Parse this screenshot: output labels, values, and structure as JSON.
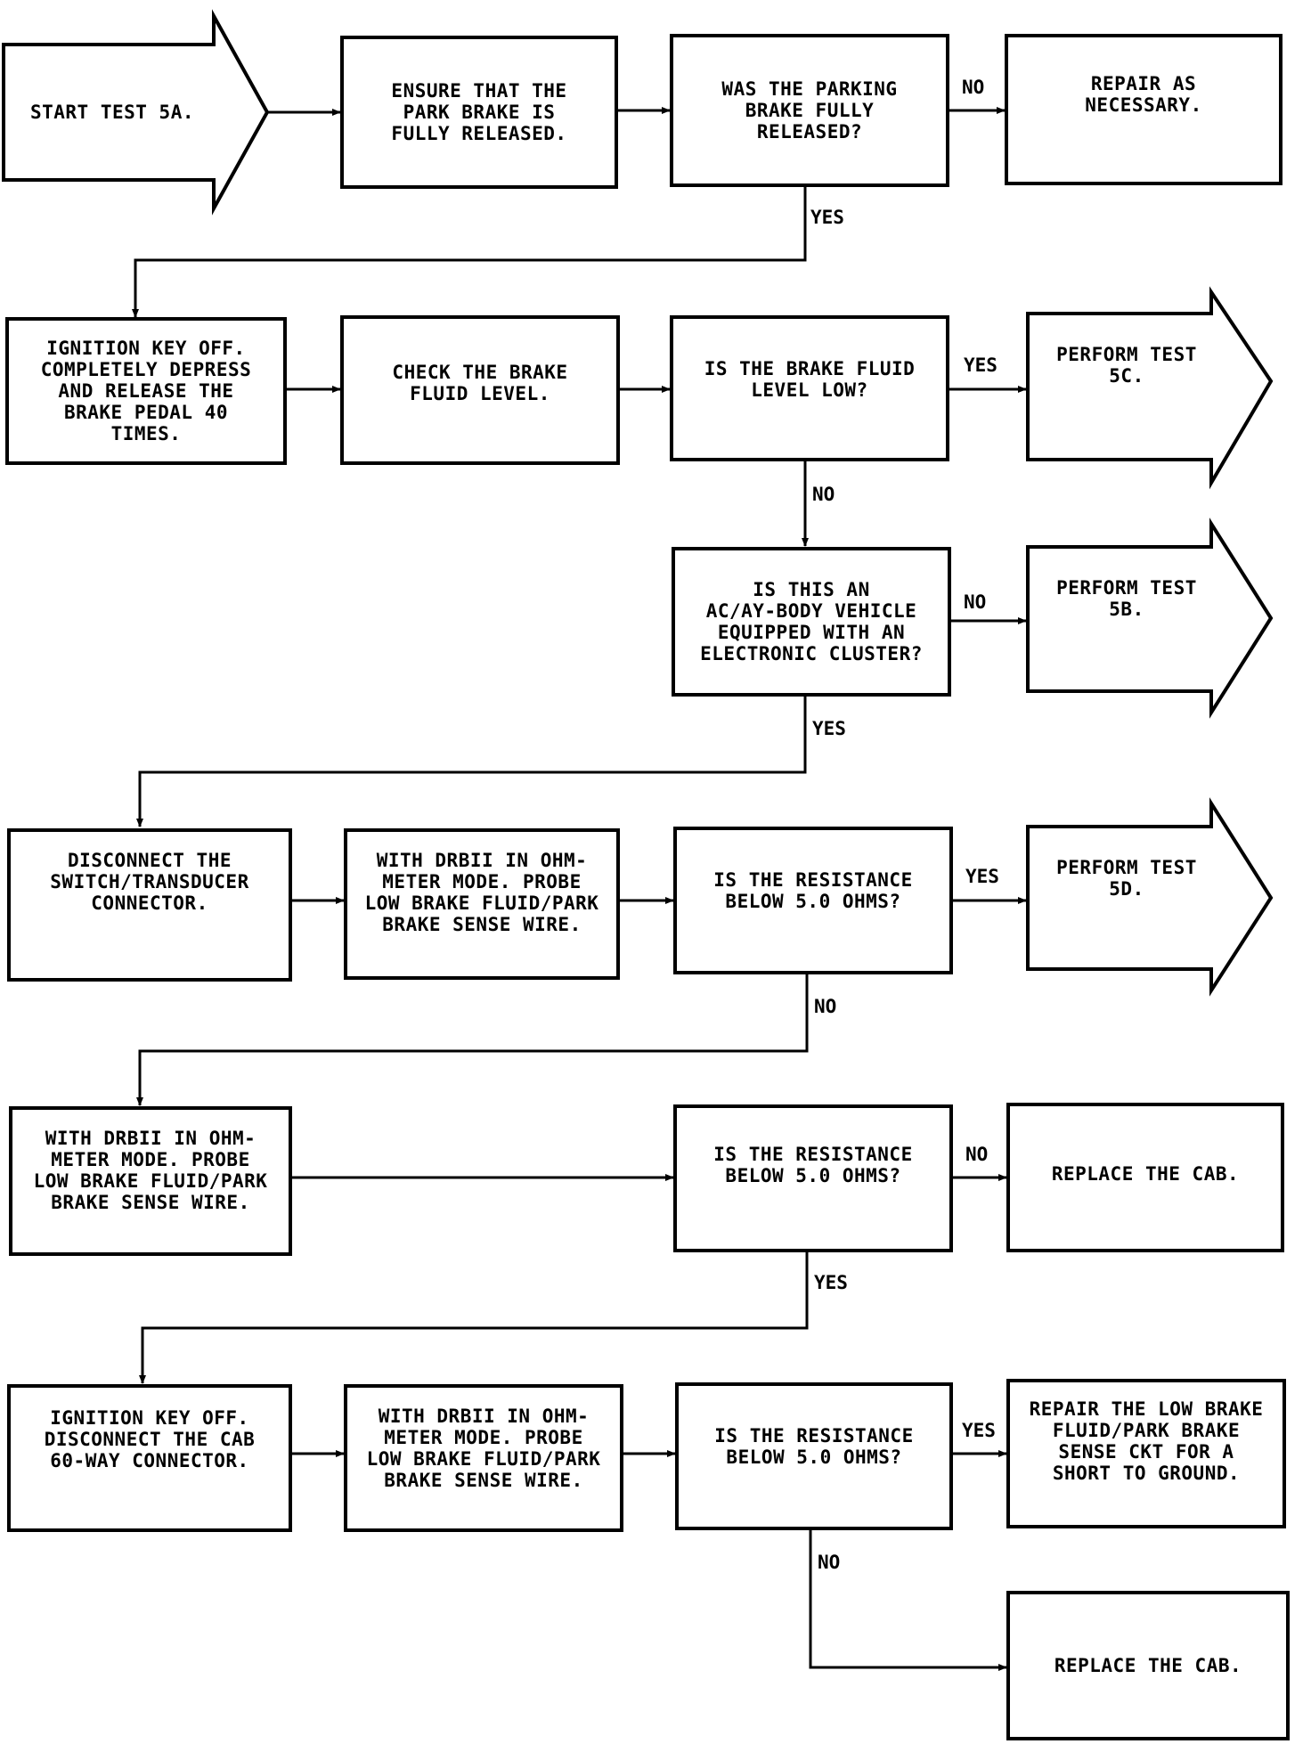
{
  "nodes": {
    "start": "START TEST 5A.",
    "ensure_park_brake": "ENSURE THAT THE\nPARK BRAKE IS\nFULLY RELEASED.",
    "was_parking_brake_released": "WAS THE PARKING\nBRAKE FULLY\nRELEASED?",
    "repair_as_necessary": "REPAIR AS\nNECESSARY.",
    "ignition_key_off_depress": "IGNITION KEY OFF.\nCOMPLETELY DEPRESS\nAND RELEASE THE\nBRAKE PEDAL 40\nTIMES.",
    "check_brake_fluid": "CHECK THE BRAKE\nFLUID LEVEL.",
    "is_brake_fluid_low": "IS THE BRAKE FLUID\nLEVEL LOW?",
    "perform_test_5c": "PERFORM TEST\n5C.",
    "is_ac_ay_body": "IS THIS AN\nAC/AY-BODY VEHICLE\nEQUIPPED WITH AN\nELECTRONIC CLUSTER?",
    "perform_test_5b": "PERFORM TEST\n5B.",
    "disconnect_switch": "DISCONNECT THE\nSWITCH/TRANSDUCER\nCONNECTOR.",
    "probe_1": "WITH DRBII IN OHM-\nMETER MODE. PROBE\nLOW BRAKE FLUID/PARK\nBRAKE SENSE WIRE.",
    "resistance_q1": "IS THE RESISTANCE\nBELOW 5.0 OHMS?",
    "perform_test_5d": "PERFORM TEST\n5D.",
    "probe_2": "WITH DRBII IN OHM-\nMETER MODE. PROBE\nLOW BRAKE FLUID/PARK\nBRAKE SENSE WIRE.",
    "resistance_q2": "IS THE RESISTANCE\nBELOW 5.0 OHMS?",
    "replace_cab_1": "REPLACE THE CAB.",
    "ignition_key_off_disconnect": "IGNITION KEY OFF.\nDISCONNECT THE CAB\n60-WAY CONNECTOR.",
    "probe_3": "WITH DRBII IN OHM-\nMETER MODE. PROBE\nLOW BRAKE FLUID/PARK\nBRAKE SENSE WIRE.",
    "resistance_q3": "IS THE RESISTANCE\nBELOW 5.0 OHMS?",
    "repair_short": "REPAIR THE LOW BRAKE\nFLUID/PARK BRAKE\nSENSE CKT FOR A\nSHORT TO GROUND.",
    "replace_cab_2": "REPLACE THE CAB."
  },
  "edge_labels": {
    "no": "NO",
    "yes": "YES"
  }
}
